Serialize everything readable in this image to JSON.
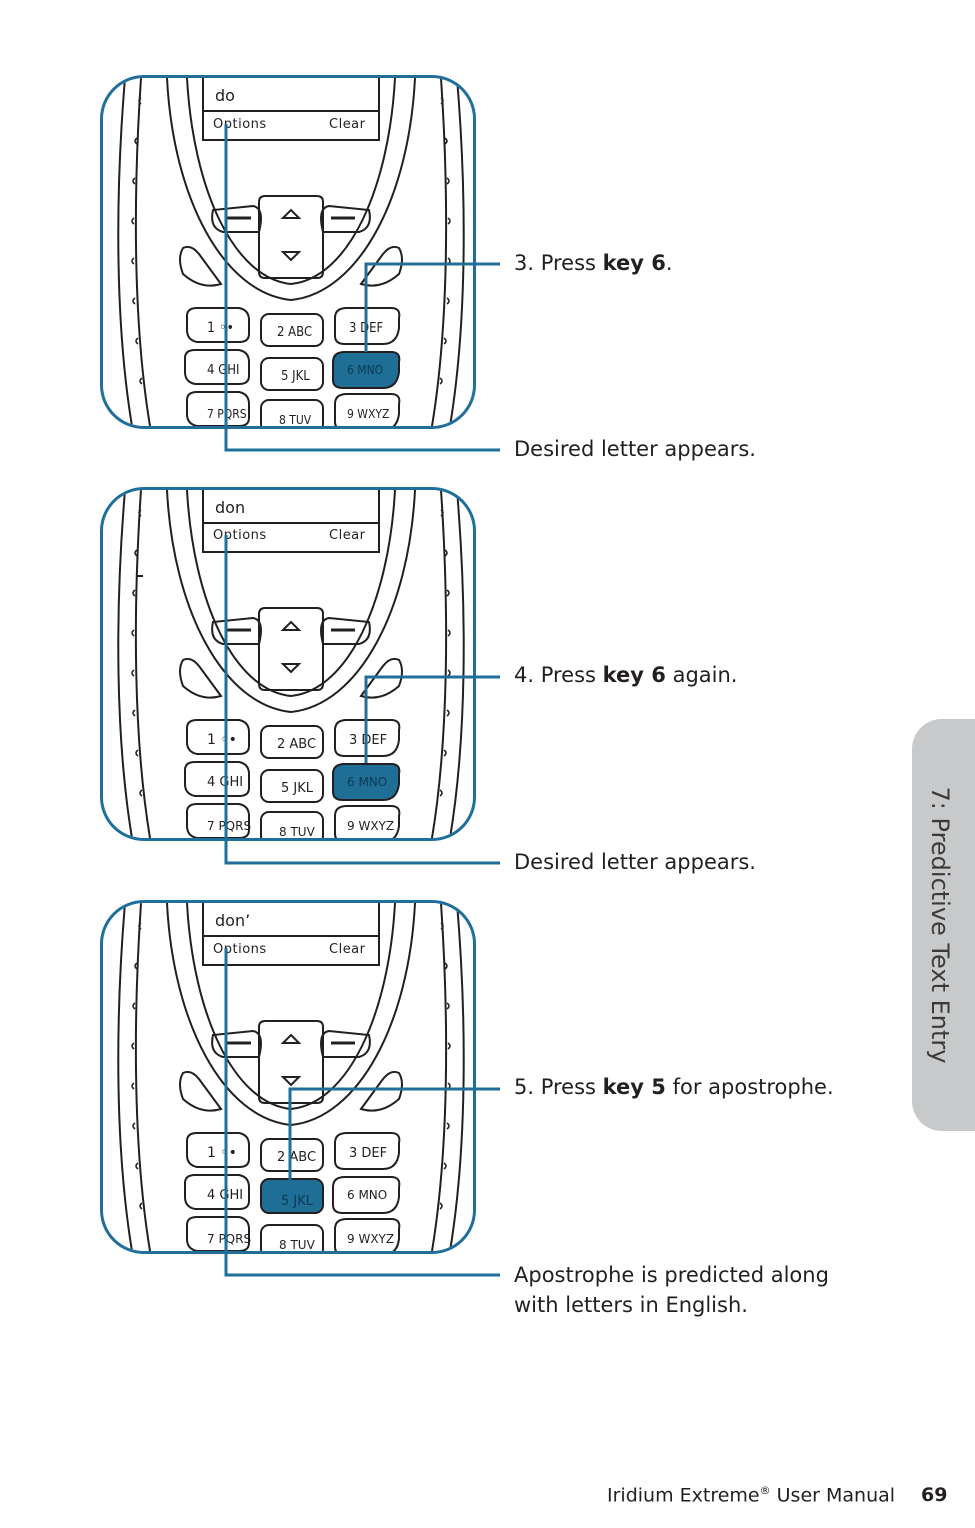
{
  "panels": [
    {
      "screen_text": "do",
      "options_label": "Options",
      "clear_label": "Clear",
      "highlight_key": "6"
    },
    {
      "screen_text": "don",
      "options_label": "Options",
      "clear_label": "Clear",
      "highlight_key": "6"
    },
    {
      "screen_text": "don’",
      "options_label": "Options",
      "clear_label": "Clear",
      "highlight_key": "5"
    }
  ],
  "keypad": {
    "key1": "1",
    "key2": "2 ABC",
    "key3": "3 DEF",
    "key4": "4 GHI",
    "key5": "5 JKL",
    "key6": "6 MNO",
    "key7": "7 PQRS",
    "key8": "8 TUV",
    "key9": "9 WXYZ"
  },
  "callouts": {
    "step3": {
      "prefix": "3. Press ",
      "bold": "key 6",
      "suffix": "."
    },
    "step3_note": "Desired letter appears.",
    "step4": {
      "prefix": "4. Press ",
      "bold": "key 6",
      "suffix": " again."
    },
    "step4_note": "Desired letter appears.",
    "step5": {
      "prefix": "5. Press ",
      "bold": "key 5",
      "suffix": " for apostrophe."
    },
    "step5_note_line1": "Apostrophe is predicted along",
    "step5_note_line2": "with letters in English."
  },
  "side_tab": "7: Predictive Text Entry",
  "footer": {
    "title": "Iridium Extreme",
    "title_suffix": " User Manual",
    "registered": "®",
    "page": "69"
  },
  "colors": {
    "accent": "#1f6f9a",
    "key_highlight": "#1e6e96",
    "tab_bg": "#c8c9ca"
  }
}
